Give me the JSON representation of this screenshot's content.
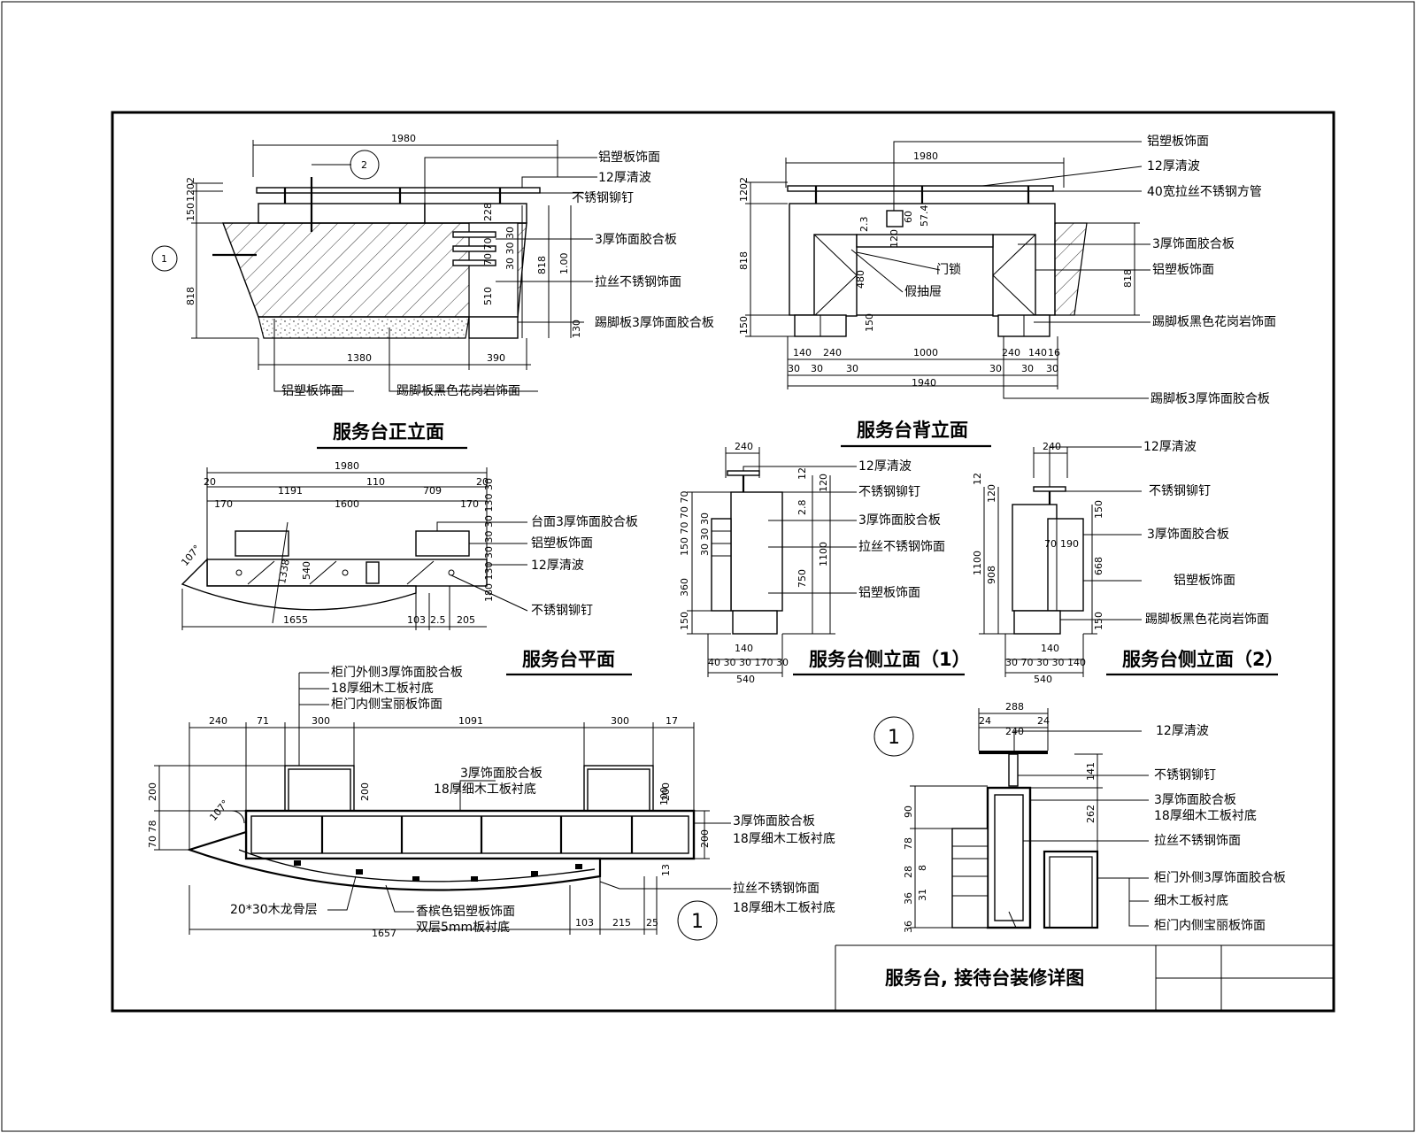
{
  "sheet": {
    "title": "服务台, 接待台装修详图",
    "detail_marker": "1",
    "section_marker": "2",
    "axis_marker": "1"
  },
  "views": {
    "front": {
      "title": "服务台正立面",
      "dims": {
        "top_width": "1980",
        "left_total": "818",
        "right_total": "818",
        "h_150": "150",
        "h_1202": "1202",
        "bottom_left": "1380",
        "bottom_right": "390",
        "h_228": "228",
        "h_510": "510",
        "h_130": "130",
        "stack_a": "30 30 30",
        "stack_b": "70 70",
        "h_100": "1.00"
      },
      "notes": [
        "铝塑板饰面",
        "12厚清波",
        "不锈钢铆钉",
        "3厚饰面胶合板",
        "拉丝不锈钢饰面",
        "踢脚板3厚饰面胶合板",
        "铝塑板饰面",
        "踢脚板黑色花岗岩饰面"
      ]
    },
    "back": {
      "title": "服务台背立面",
      "dims": {
        "top_width": "1980",
        "h_1202": "1202",
        "left_818": "818",
        "right_818": "818",
        "h_150": "150",
        "h_2_3": "2.3",
        "h_120": "120",
        "h_60": "60",
        "h_57_4": "57.4",
        "h_480": "480",
        "bottom_row": [
          "140",
          "240",
          "1000",
          "240",
          "140",
          "16"
        ],
        "bottom_30s": [
          "30",
          "30",
          "30",
          "30",
          "30",
          "30"
        ],
        "total_1940": "1940"
      },
      "notes": [
        "铝塑板饰面",
        "12厚清波",
        "40宽拉丝不锈钢方管",
        "3厚饰面胶合板",
        "门锁",
        "假抽屉",
        "铝塑板饰面",
        "踢脚板黑色花岗岩饰面",
        "踢脚板3厚饰面胶合板"
      ]
    },
    "plan": {
      "title": "服务台平面",
      "dims": {
        "top_width": "1980",
        "row2": [
          "20",
          "1191",
          "110",
          "709",
          "20"
        ],
        "row3": [
          "170",
          "1600",
          "170"
        ],
        "angle": "107°",
        "r_1338": "1338",
        "d_540": "540",
        "d_1655": "1655",
        "d_103": "103",
        "d_2_5": "2.5",
        "d_205": "205",
        "stack": "180 130 30 30 30 130 30"
      },
      "notes": [
        "台面3厚饰面胶合板",
        "铝塑板饰面",
        "12厚清波",
        "不锈钢铆钉"
      ]
    },
    "side1": {
      "title": "服务台侧立面（1）",
      "dims": {
        "top_240": "240",
        "d_12": "12",
        "d_120": "120",
        "d_2_8": "2.8",
        "left_stack": "150 70 70 70",
        "d_30_30_30": "30 30 30",
        "d_360": "360",
        "d_150": "150",
        "d_1100": "1100",
        "d_750": "750",
        "d_140": "140",
        "bottom_row": "40 30 30 170 30",
        "d_540": "540"
      },
      "notes": [
        "12厚清波",
        "不锈钢铆钉",
        "3厚饰面胶合板",
        "拉丝不锈钢饰面",
        "铝塑板饰面"
      ]
    },
    "side2": {
      "title": "服务台侧立面（2）",
      "dims": {
        "top_240": "240",
        "d_12": "12",
        "d_120": "120",
        "d_1100": "1100",
        "d_908": "908",
        "d_190": "190",
        "d_70": "70",
        "d_150a": "150",
        "d_668": "668",
        "d_150b": "150",
        "d_140": "140",
        "bottom_row": "30 70 30 30 140",
        "d_540": "540"
      },
      "notes": [
        "12厚清波",
        "不锈钢铆钉",
        "3厚饰面胶合板",
        "铝塑板饰面",
        "踢脚板黑色花岗岩饰面"
      ]
    },
    "section": {
      "dims": {
        "top_row": [
          "240",
          "71",
          "300",
          "1091",
          "300",
          "17"
        ],
        "left_200": "200",
        "left_70_78": "70 78",
        "angle": "107°",
        "d_200a": "200",
        "d_200b": "200",
        "d_100": "100",
        "d_200c": "200",
        "d_13": "13",
        "bottom": [
          "1657",
          "103",
          "215",
          "25"
        ]
      },
      "notes": [
        "柜门外侧3厚饰面胶合板",
        "18厚细木工板衬底",
        "柜门内侧宝丽板饰面",
        "3厚饰面胶合板",
        "18厚细木工板衬底",
        "3厚饰面胶合板",
        "18厚细木工板衬底",
        "拉丝不锈钢饰面",
        "18厚细木工板衬底",
        "20*30木龙骨层",
        "香槟色铝塑板饰面",
        "双层5mm板衬底"
      ]
    },
    "detail": {
      "dims": {
        "d_288": "288",
        "d_24a": "24",
        "d_240": "240",
        "d_24b": "24",
        "d_141": "141",
        "d_262": "262",
        "d_90": "90",
        "d_78": "78",
        "d_28": "28",
        "d_8": "8",
        "d_36a": "36",
        "d_31": "31",
        "d_36b": "36"
      },
      "notes": [
        "12厚清波",
        "不锈钢铆钉",
        "3厚饰面胶合板",
        "18厚细木工板衬底",
        "拉丝不锈钢饰面",
        "柜门外侧3厚饰面胶合板",
        "细木工板衬底",
        "柜门内侧宝丽板饰面"
      ]
    }
  }
}
